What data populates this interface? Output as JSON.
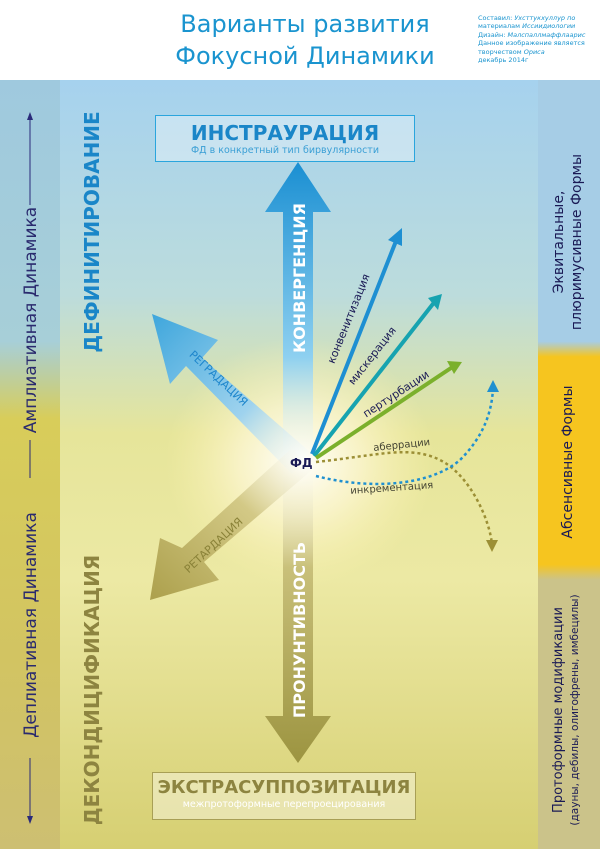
{
  "title": {
    "line1": "Варианты развития",
    "line2": "Фокусной Динамики"
  },
  "credits": {
    "line1": "Составил:",
    "author": "Ухсттукхуллур по",
    "line2": "материалам",
    "source": "Иссиидиологии",
    "line3": "Дизайн:",
    "designer": "Малспаллмаффлаарис",
    "line4": "Данное изображение является",
    "line5_prefix": "творчеством",
    "line5_name": "Ориса",
    "line6": "декабрь 2014г"
  },
  "left_axis": {
    "top_label": "Амплиативная Динамика",
    "bottom_label": "Деплиативная Динамика"
  },
  "left_inner": {
    "top_label": "ДЕФИНИТИРОВАНИЕ",
    "bottom_label": "ДЕКОНДИЦИФИКАЦИЯ"
  },
  "right_column": {
    "top_label_line1": "Эквитальные,",
    "top_label_line2": "плюримусивные Формы",
    "middle_label": "Абсенсивные Формы",
    "bottom_label_line1": "Протоформные модификации",
    "bottom_label_line2": "(дауны, дебилы, олигофрены, имбецилы)"
  },
  "top_box": {
    "title": "ИНСТРАУРАЦИЯ",
    "subtitle": "ФД в конкретный тип бирвулярности"
  },
  "bottom_box": {
    "title": "ЭКСТРАСУППОЗИТАЦИЯ",
    "subtitle": "межпротоформные перепроецирования"
  },
  "center_label": "ФД",
  "arrows": {
    "up": "КОНВЕРГЕНЦИЯ",
    "down": "ПРОНУНТИВНОСТЬ",
    "upper_left": "РЕГРАДАЦИЯ",
    "lower_left": "РЕТАРДАЦИЯ",
    "ray1": "конвенитизация",
    "ray2": "мискерация",
    "ray3": "пертурбации",
    "ray4": "аберрации",
    "ray5": "инкрементация"
  },
  "colors": {
    "title_blue": "#1a94cf",
    "arrow_blue": "#1e8fd2",
    "arrow_olive": "#a59e45",
    "ray_green": "#7bb02c",
    "dotted_blue": "#2090d0",
    "dotted_olive": "#9c8f35",
    "absense_yellow": "#f6c51f"
  }
}
